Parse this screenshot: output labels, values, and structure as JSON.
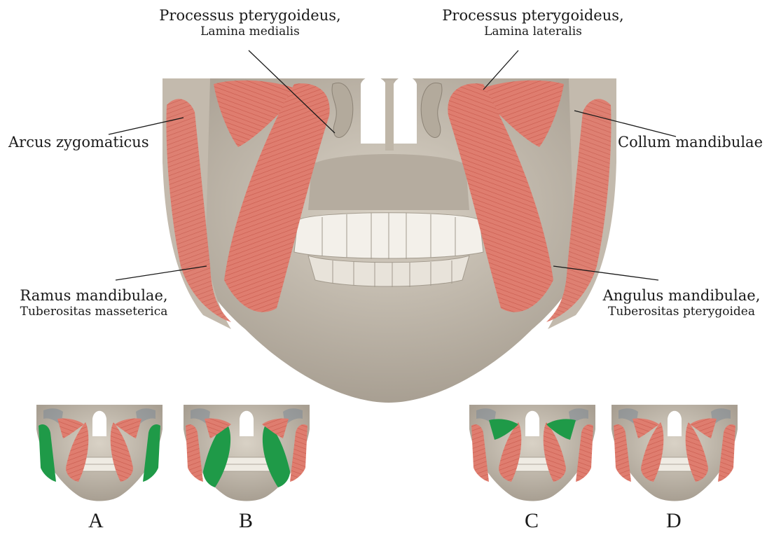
{
  "labels": {
    "medial": {
      "line1": "Processus pterygoideus,",
      "line2": "Lamina medialis"
    },
    "lateral": {
      "line1": "Processus pterygoideus,",
      "line2": "Lamina lateralis"
    },
    "arcus": {
      "line1": "Arcus zygomaticus"
    },
    "collum": {
      "line1": "Collum mandibulae"
    },
    "ramus": {
      "line1": "Ramus mandibulae,",
      "line2": "Tuberositas masseterica"
    },
    "angulus": {
      "line1": "Angulus mandibulae,",
      "line2": "Tuberositas pterygoidea"
    }
  },
  "options": [
    {
      "letter": "A",
      "highlight": "masseter"
    },
    {
      "letter": "B",
      "highlight": "medial-pterygoid"
    },
    {
      "letter": "C",
      "highlight": "lateral-pterygoid"
    },
    {
      "letter": "D",
      "highlight": "none"
    }
  ],
  "colors": {
    "muscle": "#dd7a6c",
    "highlight": "#1f9a48",
    "bone": "#cfc6b8"
  }
}
